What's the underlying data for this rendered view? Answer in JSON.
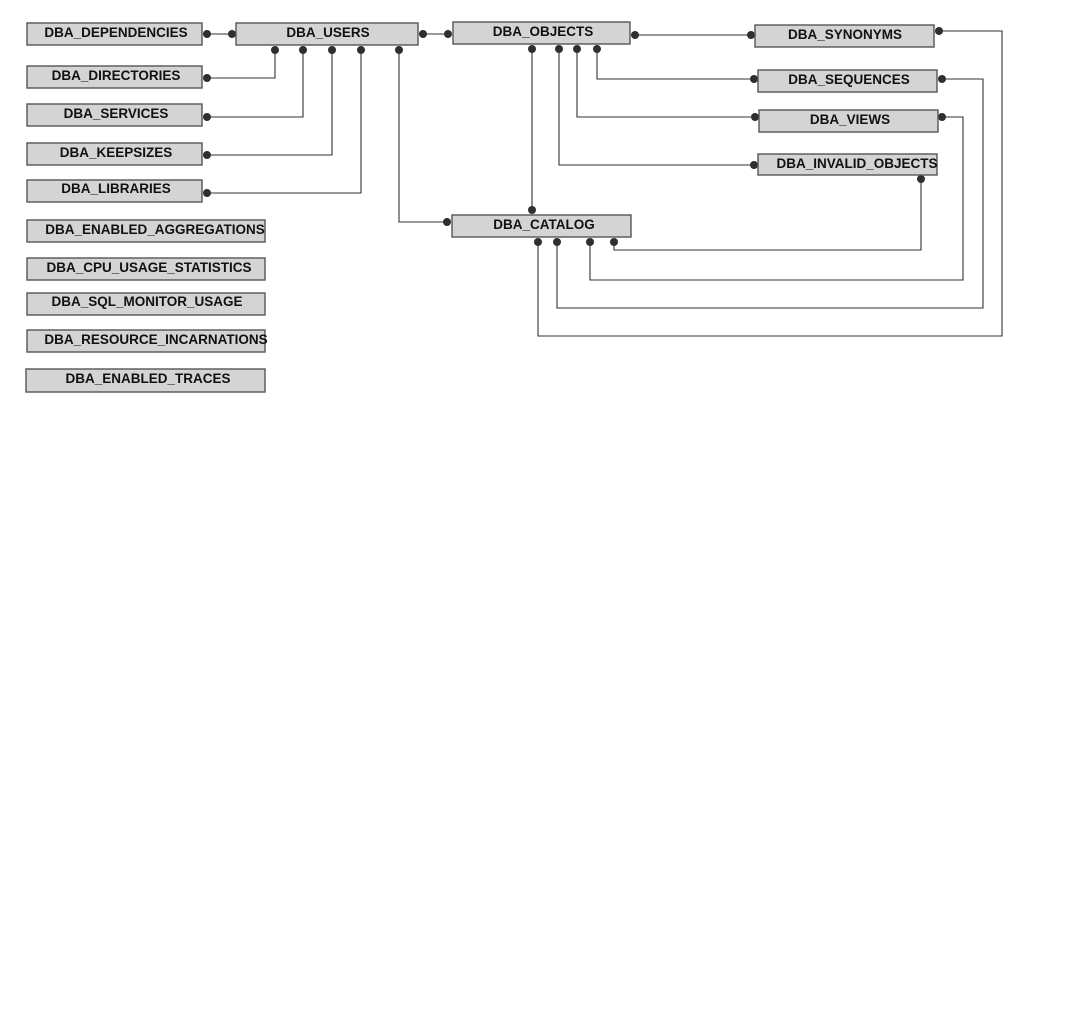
{
  "nodes": {
    "dba_dependencies": "DBA_DEPENDENCIES",
    "dba_users": "DBA_USERS",
    "dba_objects": "DBA_OBJECTS",
    "dba_synonyms": "DBA_SYNONYMS",
    "dba_directories": "DBA_DIRECTORIES",
    "dba_sequences": "DBA_SEQUENCES",
    "dba_services": "DBA_SERVICES",
    "dba_views": "DBA_VIEWS",
    "dba_keepsizes": "DBA_KEEPSIZES",
    "dba_invalid_objects": "DBA_INVALID_OBJECTS",
    "dba_libraries": "DBA_LIBRARIES",
    "dba_catalog": "DBA_CATALOG",
    "dba_enabled_aggregations": "DBA_ENABLED_AGGREGATIONS",
    "dba_cpu_usage_statistics": "DBA_CPU_USAGE_STATISTICS",
    "dba_sql_monitor_usage": "DBA_SQL_MONITOR_USAGE",
    "dba_resource_incarnations": "DBA_RESOURCE_INCARNATIONS",
    "dba_enabled_traces": "DBA_ENABLED_TRACES"
  },
  "edges": [
    {
      "from": "dba_dependencies",
      "to": "dba_users"
    },
    {
      "from": "dba_users",
      "to": "dba_objects"
    },
    {
      "from": "dba_objects",
      "to": "dba_synonyms"
    },
    {
      "from": "dba_users",
      "to": "dba_directories"
    },
    {
      "from": "dba_users",
      "to": "dba_services"
    },
    {
      "from": "dba_users",
      "to": "dba_keepsizes"
    },
    {
      "from": "dba_users",
      "to": "dba_libraries"
    },
    {
      "from": "dba_users",
      "to": "dba_catalog"
    },
    {
      "from": "dba_objects",
      "to": "dba_sequences"
    },
    {
      "from": "dba_objects",
      "to": "dba_views"
    },
    {
      "from": "dba_objects",
      "to": "dba_invalid_objects"
    },
    {
      "from": "dba_objects",
      "to": "dba_catalog"
    },
    {
      "from": "dba_invalid_objects",
      "to": "dba_catalog"
    },
    {
      "from": "dba_views",
      "to": "dba_catalog"
    },
    {
      "from": "dba_sequences",
      "to": "dba_catalog"
    },
    {
      "from": "dba_synonyms",
      "to": "dba_catalog"
    }
  ],
  "colors": {
    "node_fill": "#d4d4d4",
    "node_border": "#555555",
    "connector": "#333333",
    "endpoint_dot": "#2f2f2f"
  }
}
